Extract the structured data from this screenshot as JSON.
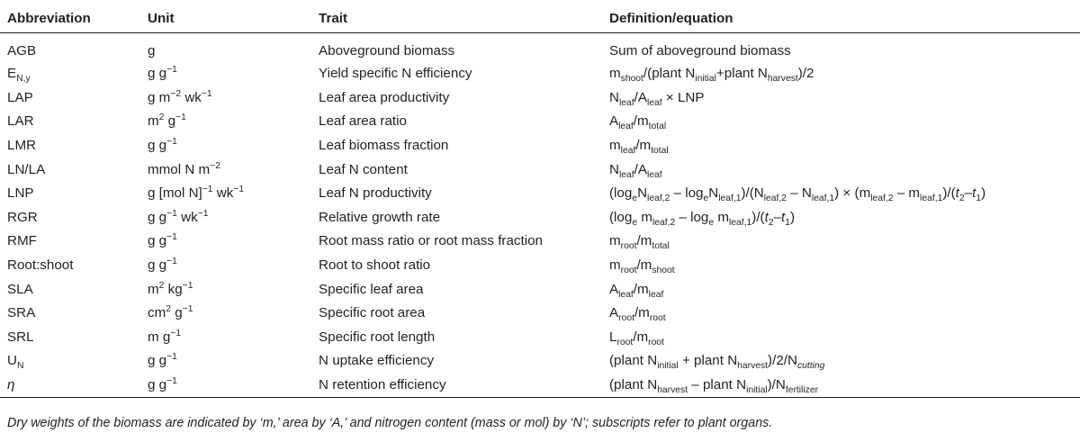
{
  "table": {
    "headers": [
      "Abbreviation",
      "Unit",
      "Trait",
      "Definition/equation"
    ],
    "rows": [
      {
        "abbr": "AGB",
        "unit": "g",
        "trait": "Aboveground biomass",
        "def": "Sum of aboveground biomass"
      },
      {
        "abbr": "E<sub>N,y</sub>",
        "unit": "g g<sup>−1</sup>",
        "trait": "Yield specific N efficiency",
        "def": "m<sub>shoot</sub>/(plant N<sub>initial</sub>+plant N<sub>harvest</sub>)/2"
      },
      {
        "abbr": "LAP",
        "unit": "g m<sup>−2</sup> wk<sup>−1</sup>",
        "trait": "Leaf area productivity",
        "def": "N<sub>leaf</sub>/A<sub>leaf</sub> × LNP"
      },
      {
        "abbr": "LAR",
        "unit": "m<sup>2</sup> g<sup>−1</sup>",
        "trait": "Leaf area ratio",
        "def": "A<sub>leaf</sub>/m<sub>total</sub>"
      },
      {
        "abbr": "LMR",
        "unit": "g g<sup>−1</sup>",
        "trait": "Leaf biomass fraction",
        "def": "m<sub>leaf</sub>/m<sub>total</sub>"
      },
      {
        "abbr": "LN/LA",
        "unit": "mmol N m<sup>−2</sup>",
        "trait": "Leaf N content",
        "def": "N<sub>leaf</sub>/A<sub>leaf</sub>"
      },
      {
        "abbr": "LNP",
        "unit": "g [mol N]<sup>−1</sup> wk<sup>−1</sup>",
        "trait": "Leaf N productivity",
        "def": "(log<sub>e</sub>N<sub>leaf,2</sub> – log<sub>e</sub>N<sub>leaf,1</sub>)/(N<sub>leaf,2</sub> – N<sub>leaf,1</sub>) × (m<sub>leaf,2</sub> – m<sub>leaf,1</sub>)/(<i>t</i><sub>2</sub>–<i>t</i><sub>1</sub>)"
      },
      {
        "abbr": "RGR",
        "unit": "g g<sup>−1</sup> wk<sup>−1</sup>",
        "trait": "Relative growth rate",
        "def": "(log<sub>e</sub> m<sub>leaf,2</sub> – log<sub>e</sub> m<sub>leaf,1</sub>)/(<i>t</i><sub>2</sub>–<i>t</i><sub>1</sub>)"
      },
      {
        "abbr": "RMF",
        "unit": "g g<sup>−1</sup>",
        "trait": "Root mass ratio or root mass fraction",
        "def": "m<sub>root</sub>/m<sub>total</sub>"
      },
      {
        "abbr": "Root:shoot",
        "unit": "g g<sup>−1</sup>",
        "trait": "Root to shoot ratio",
        "def": "m<sub>root</sub>/m<sub>shoot</sub>"
      },
      {
        "abbr": "SLA",
        "unit": "m<sup>2</sup> kg<sup>−1</sup>",
        "trait": "Specific leaf area",
        "def": "A<sub>leaf</sub>/m<sub>leaf</sub>"
      },
      {
        "abbr": "SRA",
        "unit": "cm<sup>2</sup> g<sup>−1</sup>",
        "trait": "Specific root area",
        "def": "A<sub>root</sub>/m<sub>root</sub>"
      },
      {
        "abbr": "SRL",
        "unit": "m g<sup>−1</sup>",
        "trait": "Specific root length",
        "def": "L<sub>root</sub>/m<sub>root</sub>"
      },
      {
        "abbr": "U<sub>N</sub>",
        "unit": "g g<sup>−1</sup>",
        "trait": "N uptake efficiency",
        "def": "(plant N<sub>initial</sub> + plant N<sub>harvest</sub>)/2/N<sub><i>cutting</i></sub>"
      },
      {
        "abbr": "<i>η</i>",
        "unit": "g g<sup>−1</sup>",
        "trait": "N retention efficiency",
        "def": "(plant N<sub>harvest</sub> – plant N<sub>initial</sub>)/N<sub>fertilizer</sub>"
      }
    ]
  },
  "footnote": "Dry weights of the biomass are indicated by ‘m,’ area by ‘A,’ and nitrogen content (mass or mol) by ‘N’; subscripts refer to plant organs."
}
